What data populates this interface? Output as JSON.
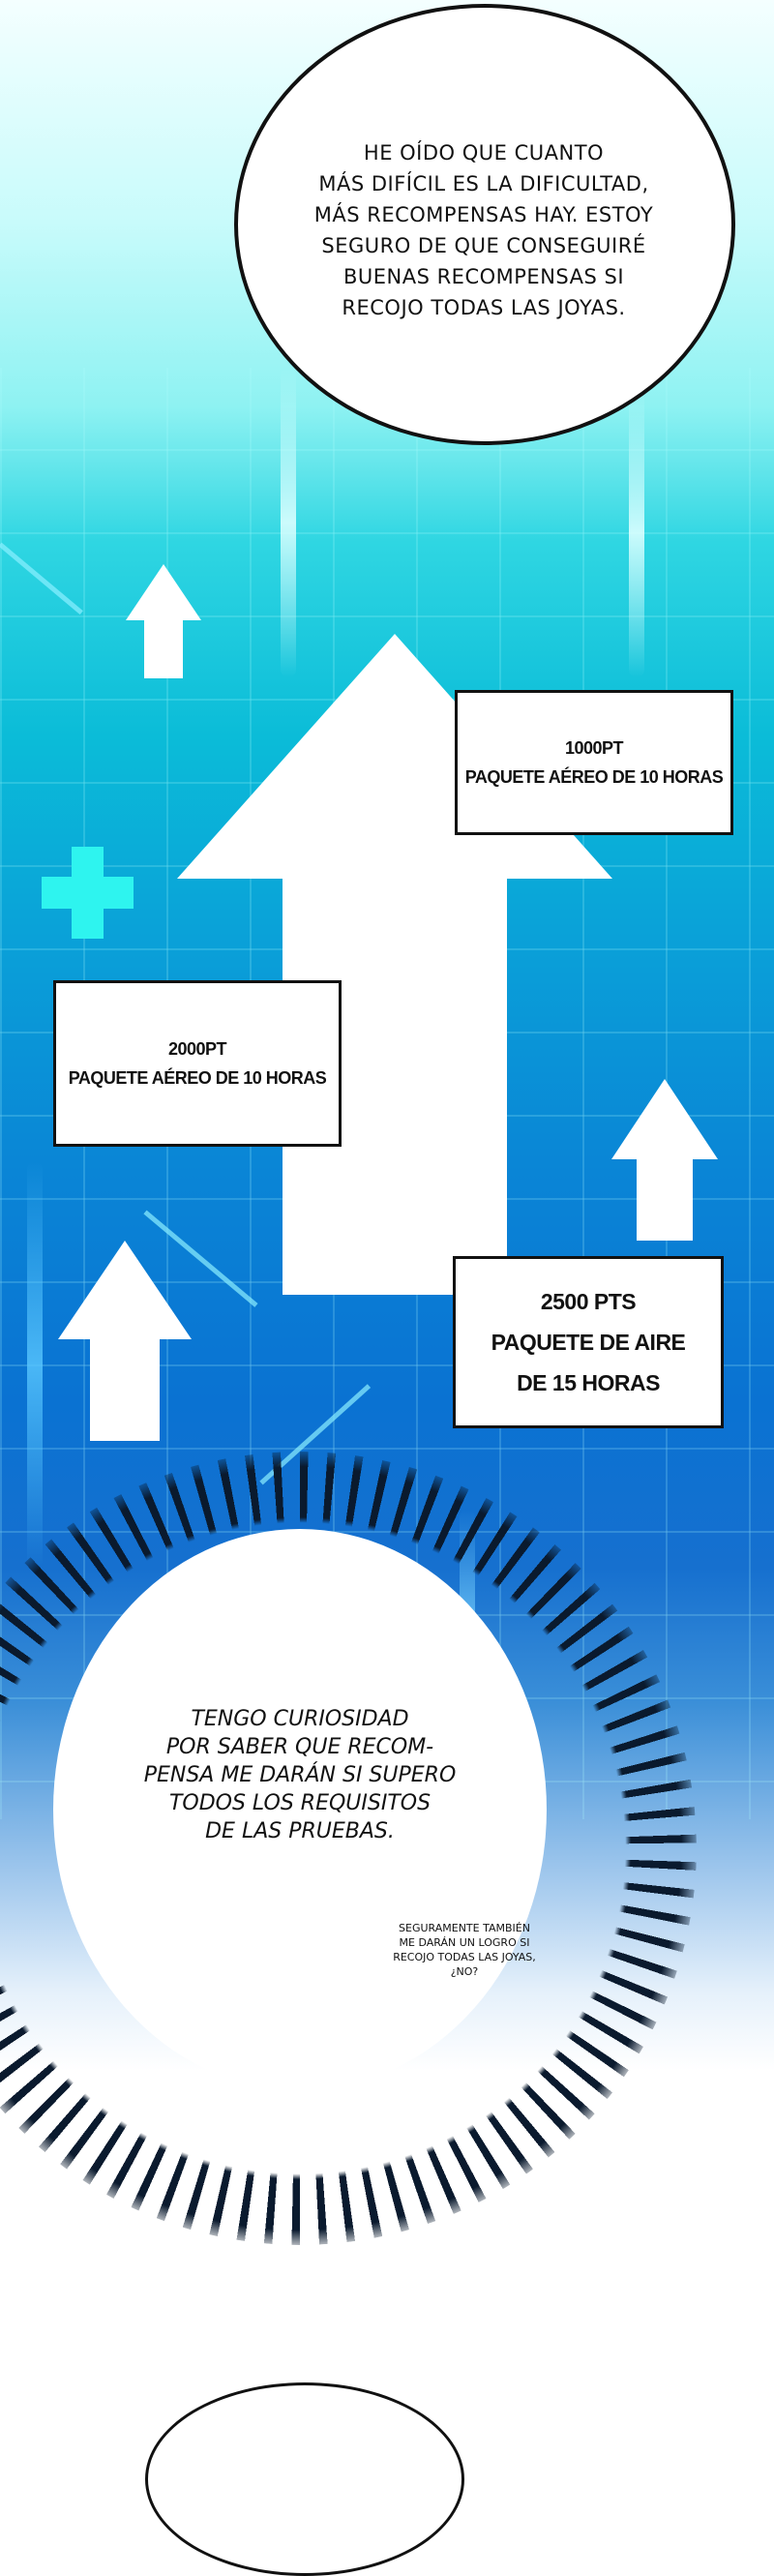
{
  "panel": {
    "colors": {
      "sky_top": "#f4ffff",
      "cyan_mid": "#0bbcd8",
      "blue_deep": "#0a72d2",
      "plus_accent": "#2ef4ef",
      "ink": "#111111",
      "paper": "#ffffff"
    },
    "speech_bubble_top": {
      "lines": [
        "HE OÍDO QUE CUANTO",
        "MÁS DIFÍCIL ES LA DIFICULTAD,",
        "MÁS RECOMPENSAS HAY. ESTOY",
        "SEGURO DE QUE CONSEGUIRÉ",
        "BUENAS RECOMPENSAS SI",
        "RECOJO TODAS LAS JOYAS."
      ]
    },
    "reward_boxes": [
      {
        "points": "1000PT",
        "line2": "PAQUETE AÉREO DE 10 HORAS",
        "line3": ""
      },
      {
        "points": "2000PT",
        "line2": "PAQUETE AÉREO DE 10 HORAS",
        "line3": ""
      },
      {
        "points": "2500 PTS",
        "line2": "PAQUETE DE AIRE",
        "line3": "DE 15 HORAS"
      }
    ],
    "icons": [
      "arrow-up-icon",
      "plus-icon"
    ],
    "thought_bubble": {
      "lines": [
        "TENGO CURIOSIDAD",
        "POR SABER QUE RECOM-",
        "PENSA ME DARÁN SI SUPERO",
        "TODOS LOS REQUISITOS",
        "DE LAS PRUEBAS."
      ]
    },
    "aside_text": {
      "lines": [
        "SEGURAMENTE TAMBIÉN",
        "ME DARÁN UN LOGRO SI",
        "RECOJO TODAS LAS JOYAS,",
        "¿NO?"
      ]
    }
  }
}
